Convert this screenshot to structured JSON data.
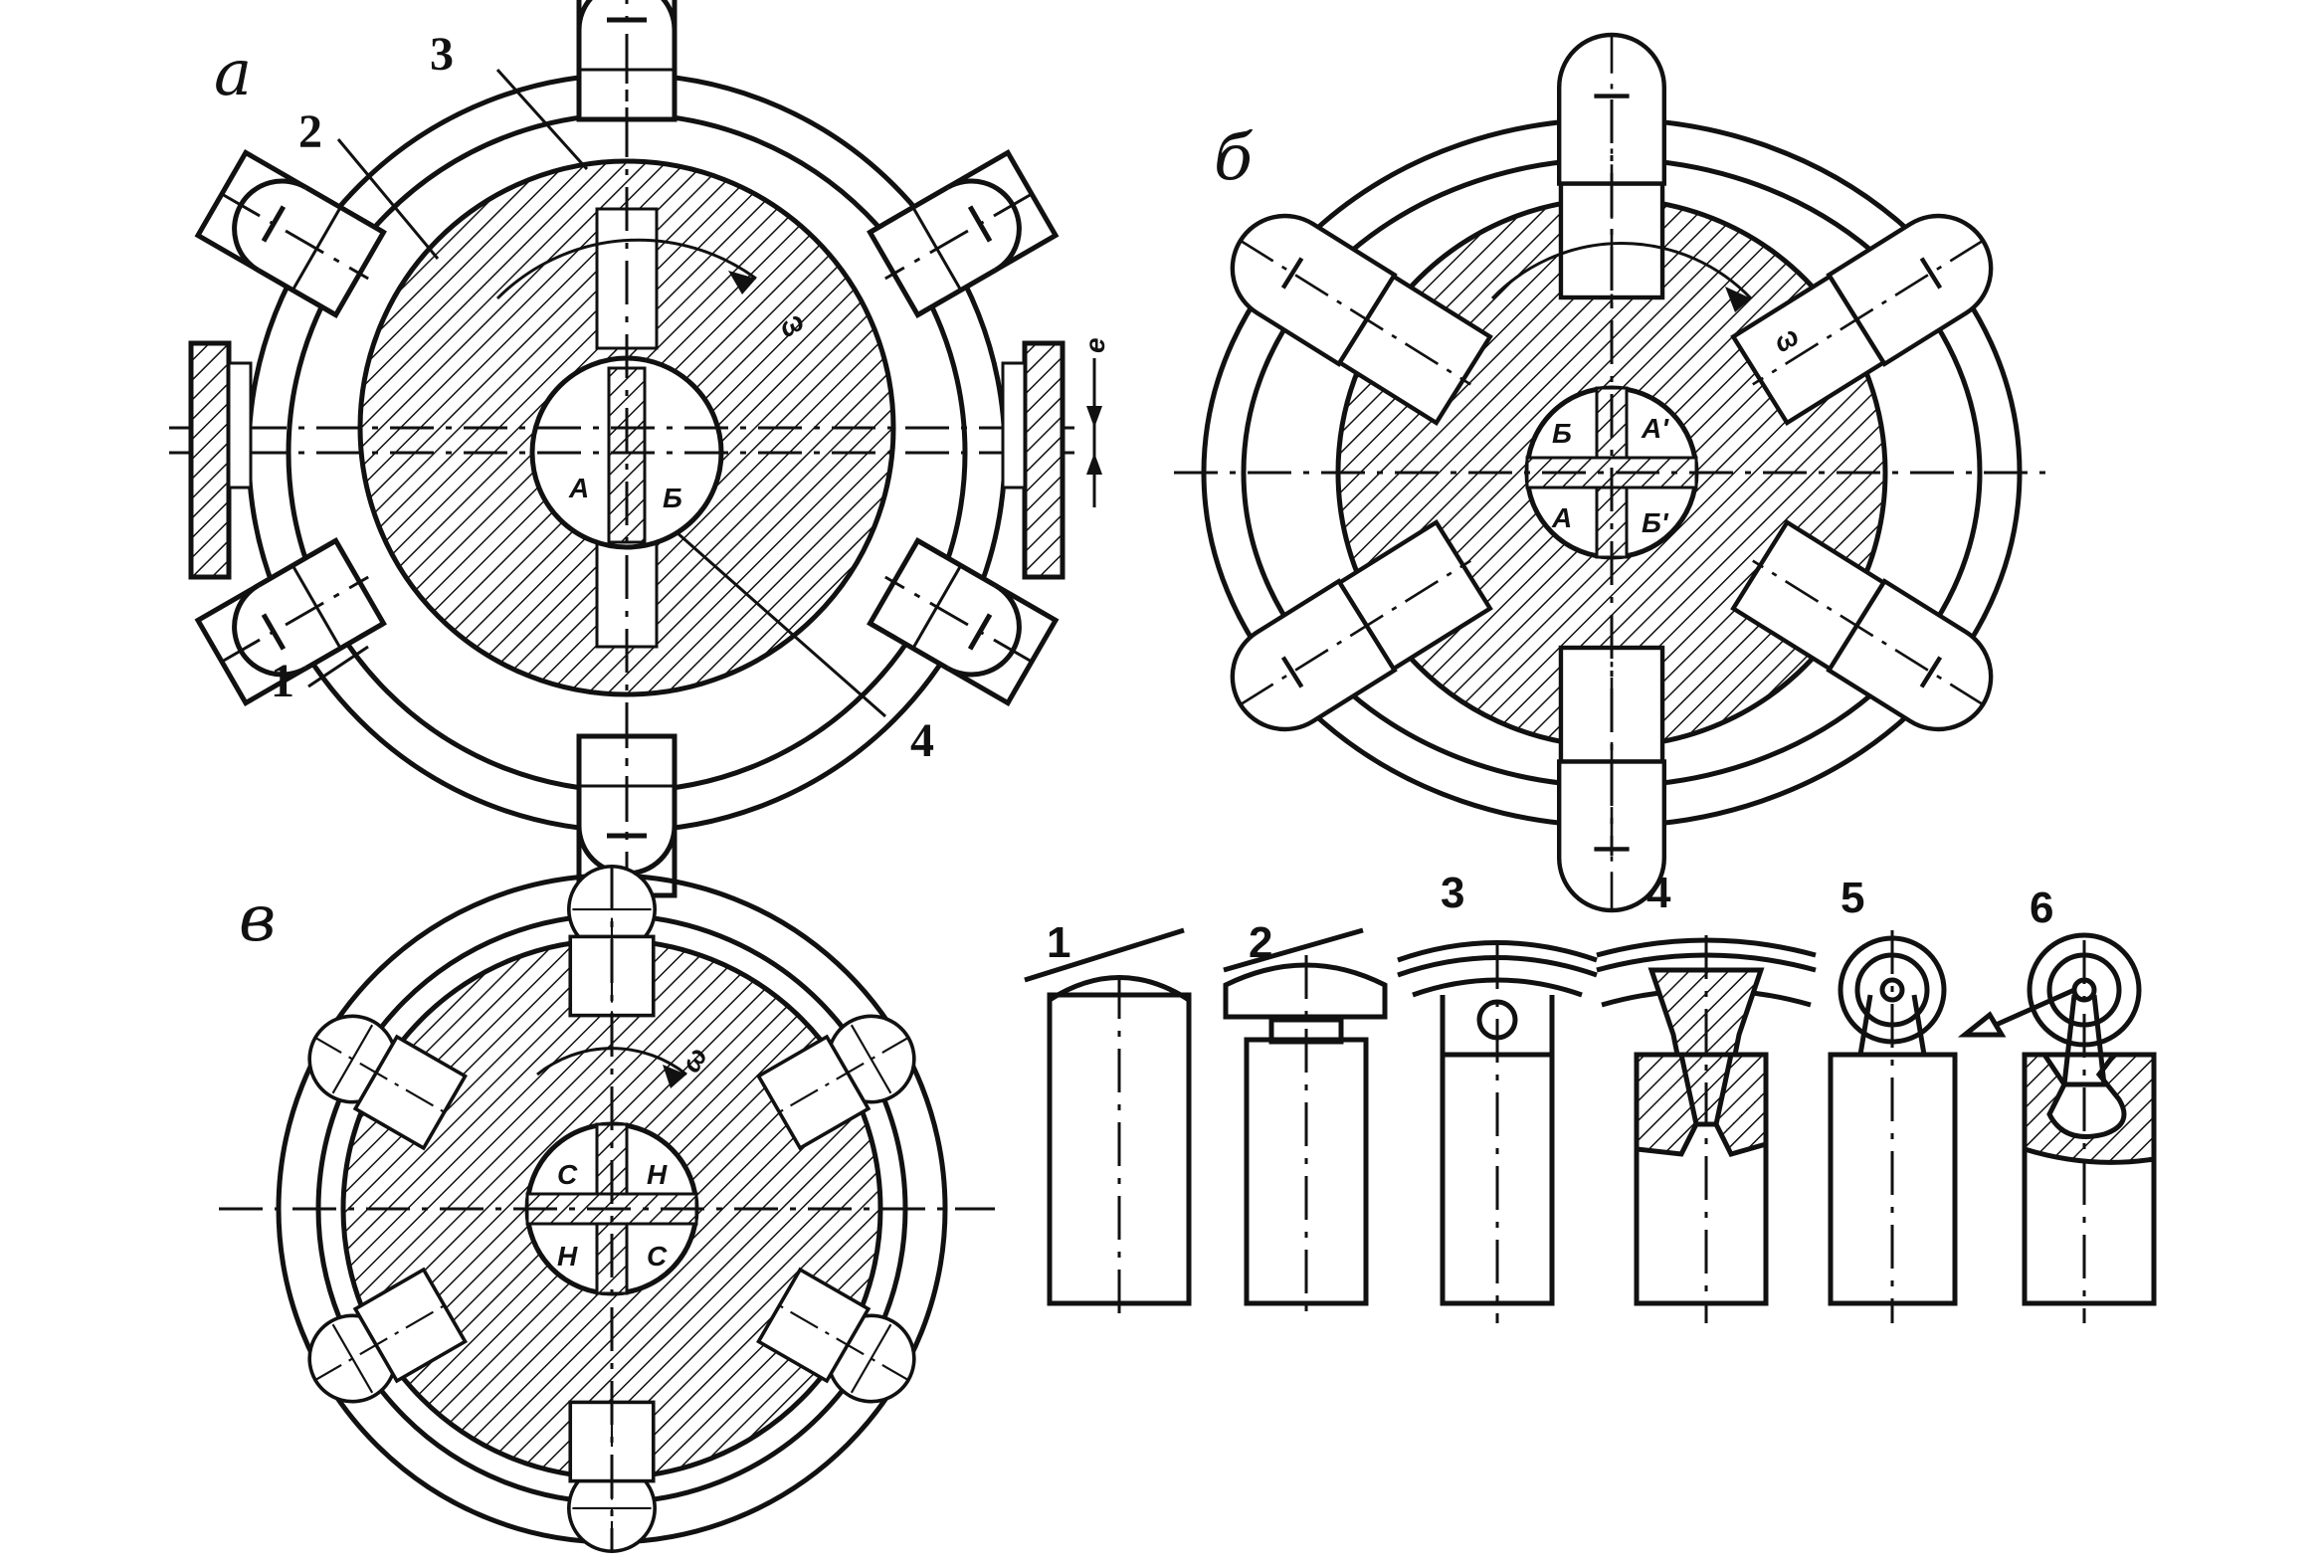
{
  "panel_labels": {
    "a": "а",
    "b": "б",
    "v": "в"
  },
  "fig_a": {
    "callouts": [
      "1",
      "2",
      "3",
      "4"
    ],
    "port_left": "А",
    "port_right": "Б",
    "omega": "ω",
    "ecc": "e"
  },
  "fig_b": {
    "port_tl": "Б",
    "port_tr": "А'",
    "port_bl": "А",
    "port_br": "Б'",
    "omega": "ω"
  },
  "fig_v": {
    "port_tl": "С",
    "port_tr": "Н",
    "port_bl": "Н",
    "port_br": "С",
    "omega": "ω"
  },
  "piston_variants": {
    "labels": [
      "1",
      "2",
      "3",
      "4",
      "5",
      "6"
    ]
  }
}
